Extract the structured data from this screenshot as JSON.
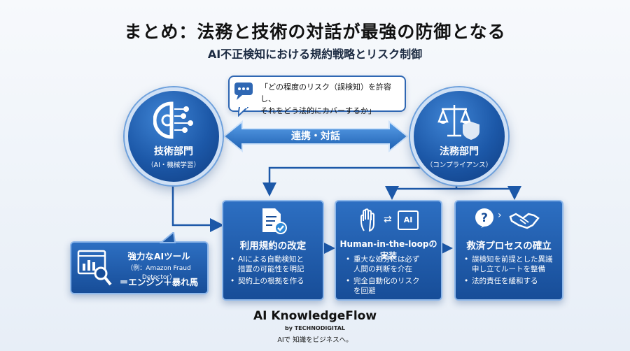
{
  "title": "まとめ：法務と技術の対話が最強の防御となる",
  "subtitle": "AI不正検知における規約戦略とリスク制御",
  "speech_bubble": {
    "line1": "「どの程度のリスク（誤検知）を許容し、",
    "line2": "それをどう法的にカバーするか」"
  },
  "center_arrow_label": "連携・対話",
  "tech_department": {
    "title": "技術部門",
    "subtitle": "（AI・機械学習）"
  },
  "legal_department": {
    "title": "法務部門",
    "subtitle": "（コンプライアンス）"
  },
  "ai_tool": {
    "line1": "強力なAIツール",
    "line2": "（例：Amazon Fraud Detector）",
    "line3": "＝エンジン＋暴れ馬"
  },
  "boxes": [
    {
      "title": "利用規約の改定",
      "bullets": [
        "AIによる自動検知と\n措置の可能性を明記",
        "契約上の根拠を作る"
      ]
    },
    {
      "title": "Human-in-the-loopの実装",
      "bullets": [
        "重大な処分には必ず\n人間の判断を介在",
        "完全自動化のリスク\nを回避"
      ]
    },
    {
      "title": "救済プロセスの確立",
      "bullets": [
        "誤検知を前提とした異議\n申し立てルートを整備",
        "法的責任を緩和する"
      ]
    }
  ],
  "hitl_ai_chip": "AI",
  "footer": {
    "brand": "AI KnowledgeFlow",
    "by": "by TECHNODIGITAL",
    "tagline": "AIで 知識をビジネスへ。"
  },
  "colors": {
    "primary": "#1c58a8",
    "accent": "#2f67b3",
    "background": "#eef3f9"
  },
  "icons": [
    "gear-brain-icon",
    "scales-shield-icon",
    "chat-icon",
    "document-check-icon",
    "hand-icon",
    "swap-arrows-icon",
    "ai-chip-icon",
    "question-icon",
    "handshake-icon",
    "dashboard-magnifier-icon"
  ]
}
